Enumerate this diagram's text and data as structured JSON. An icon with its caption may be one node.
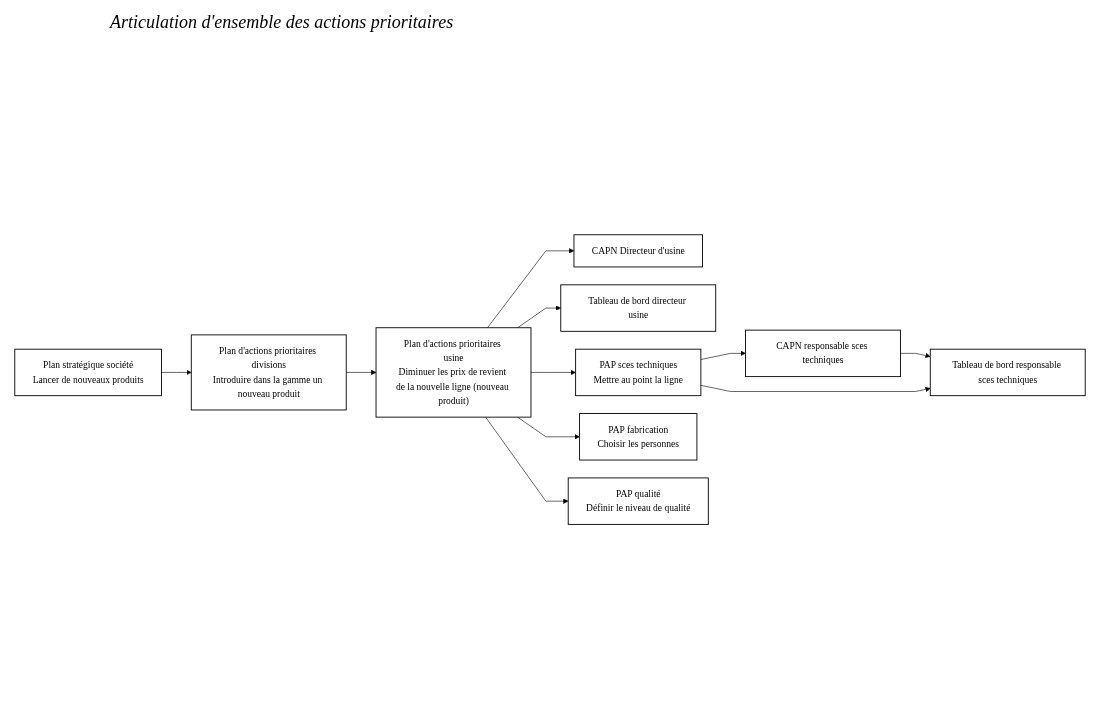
{
  "diagram": {
    "title": "Articulation d'ensemble des actions prioritaires",
    "nodes": [
      {
        "text": [
          "Plan stratégique société",
          "Lancer de nouveaux produits"
        ]
      },
      {
        "text": [
          "Plan d'actions prioritaires divisions",
          "Introduire dans la gamme un nouveau produit"
        ]
      },
      {
        "text": [
          "Plan d'actions prioritaires usine",
          "Diminuer les prix de revient de la nouvelle ligne (nouveau produit)"
        ]
      },
      {
        "text": [
          "CAPN Directeur d'usine"
        ]
      },
      {
        "text": [
          "Tableau de bord directeur usine"
        ]
      },
      {
        "text": [
          "PAP sces techniques",
          "Mettre au point la ligne"
        ]
      },
      {
        "text": [
          "PAP fabrication",
          "Choisir les personnes"
        ]
      },
      {
        "text": [
          "PAP qualité",
          "Définir le niveau de qualité"
        ]
      },
      {
        "text": [
          "CAPN responsable sces techniques"
        ]
      },
      {
        "text": [
          "Tableau de bord responsable sces techniques"
        ]
      }
    ],
    "edges": [
      {
        "from": 0,
        "to": 1,
        "arrow": "to"
      },
      {
        "from": 1,
        "to": 2,
        "arrow": "to"
      },
      {
        "from": 2,
        "to": 3,
        "arrow": "to"
      },
      {
        "from": 2,
        "to": 4,
        "arrow": "to"
      },
      {
        "from": 2,
        "to": 5,
        "arrow": "to"
      },
      {
        "from": 2,
        "to": 6,
        "arrow": "to"
      },
      {
        "from": 2,
        "to": 7,
        "arrow": "to"
      },
      {
        "from": 5,
        "to": 8,
        "arrow": "to"
      },
      {
        "from": 8,
        "to": 9,
        "arrow": "to"
      },
      {
        "from": 5,
        "to": 9,
        "arrow": "to"
      }
    ]
  }
}
